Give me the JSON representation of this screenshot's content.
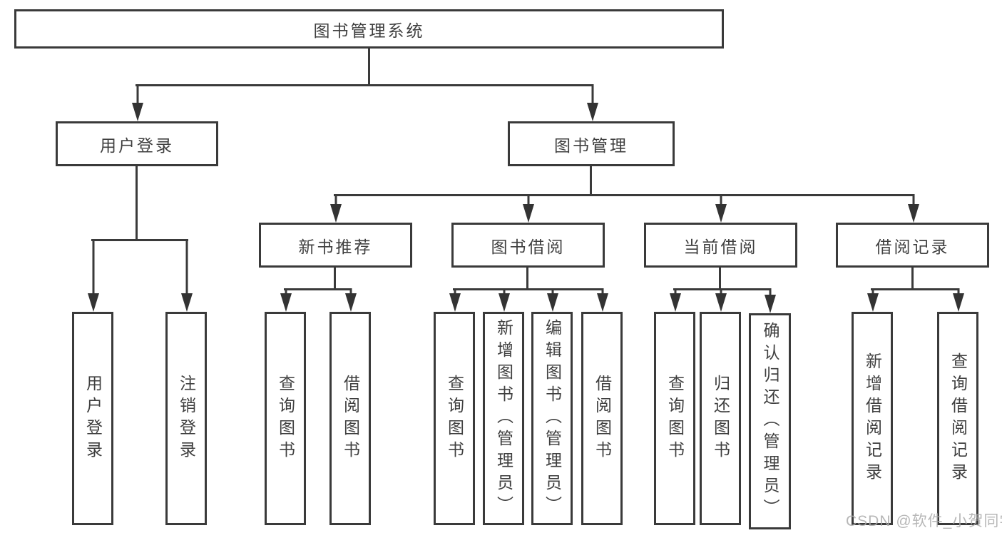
{
  "diagram_title": "图书管理系统",
  "nodes": {
    "root": "图书管理系统",
    "user_login": "用户登录",
    "book_management": "图书管理",
    "new_book_recommendation": "新书推荐",
    "book_borrowing": "图书借阅",
    "current_borrowing": "当前借阅",
    "borrowing_records": "借阅记录",
    "leaf_user_login": "用户登录",
    "leaf_logout": "注销登录",
    "leaf_query_books_1": "查询图书",
    "leaf_borrow_books_1": "借阅图书",
    "leaf_query_books_2": "查询图书",
    "leaf_add_book_admin": "新增图书（管理员）",
    "leaf_edit_book_admin": "编辑图书（管理员）",
    "leaf_borrow_books_2": "借阅图书",
    "leaf_query_books_3": "查询图书",
    "leaf_return_books": "归还图书",
    "leaf_confirm_return_admin": "确认归还（管理员）",
    "leaf_add_borrow_record": "新增借阅记录",
    "leaf_query_borrow_record": "查询借阅记录"
  },
  "hierarchy": {
    "root": "图书管理系统",
    "children": [
      {
        "label": "用户登录",
        "children": [
          "用户登录",
          "注销登录"
        ]
      },
      {
        "label": "图书管理",
        "children": [
          {
            "label": "新书推荐",
            "children": [
              "查询图书",
              "借阅图书"
            ]
          },
          {
            "label": "图书借阅",
            "children": [
              "查询图书",
              "新增图书（管理员）",
              "编辑图书（管理员）",
              "借阅图书"
            ]
          },
          {
            "label": "当前借阅",
            "children": [
              "查询图书",
              "归还图书",
              "确认归还（管理员）"
            ]
          },
          {
            "label": "借阅记录",
            "children": [
              "新增借阅记录",
              "查询借阅记录"
            ]
          }
        ]
      }
    ]
  },
  "watermark": "CSDN @软件_小贺同学",
  "colors": {
    "line": "#3a3a3a",
    "text": "#3f3f3f",
    "background": "#ffffff",
    "watermark": "#ababab"
  }
}
